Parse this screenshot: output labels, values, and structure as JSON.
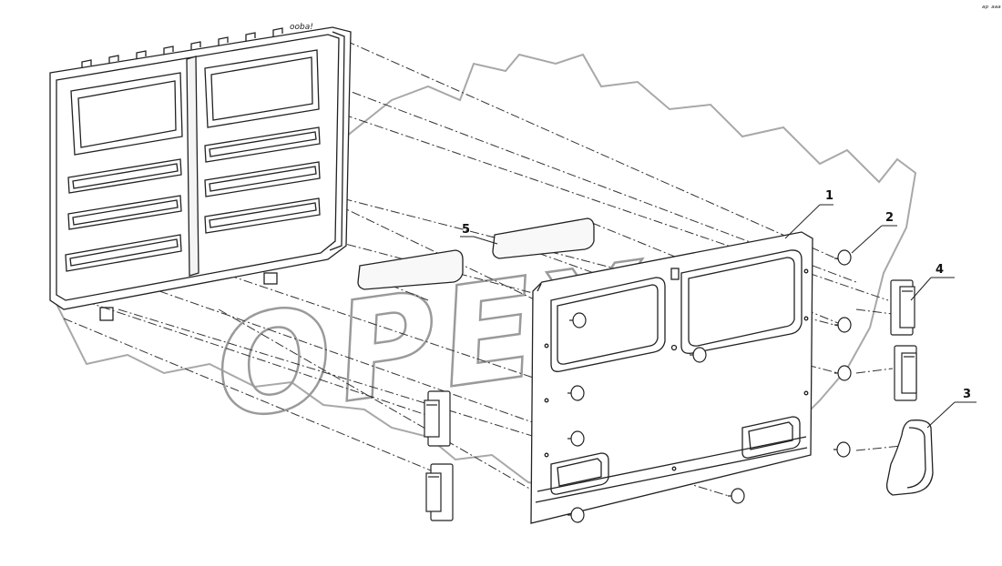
{
  "watermark": {
    "text": "OPEX"
  },
  "corner_mark": "ᵃᵖ ᵃᵃᵃ",
  "frame_inscription": "ooba!",
  "callouts": [
    {
      "id": "callout-1",
      "label": "1"
    },
    {
      "id": "callout-2",
      "label": "2"
    },
    {
      "id": "callout-3",
      "label": "3"
    },
    {
      "id": "callout-4",
      "label": "4"
    },
    {
      "id": "callout-5",
      "label": "5"
    }
  ]
}
